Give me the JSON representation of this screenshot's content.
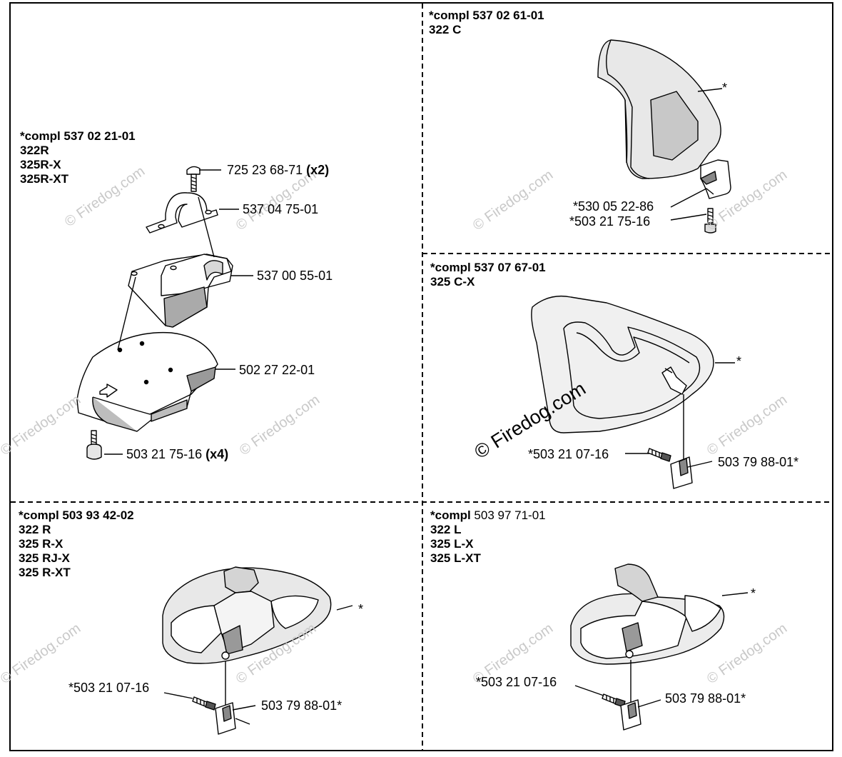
{
  "watermark_text": "© Firedog.com",
  "sections": {
    "q1": {
      "header": {
        "compl": "*compl 537 02 21-01",
        "models": [
          "322R",
          "325R-X",
          "325R-XT"
        ]
      },
      "labels": {
        "bolt": "725 23 68-71",
        "bolt_qty": "(x2)",
        "clamp": "537 04 75-01",
        "bracket": "537 00 55-01",
        "guard": "502 27 22-01",
        "screw": "503 21 75-16",
        "screw_qty": "(x4)"
      }
    },
    "q2": {
      "header": {
        "compl": "*compl 537 02 61-01",
        "models": [
          "322 C"
        ]
      },
      "labels": {
        "star": "*",
        "plate": "*530 05 22-86",
        "screw": "*503 21 75-16"
      }
    },
    "q3": {
      "header": {
        "compl": "*compl 537 07 67-01",
        "models": [
          "325 C-X"
        ]
      },
      "labels": {
        "star": "*",
        "screw": "*503 21 07-16",
        "plate": "503 79 88-01*"
      }
    },
    "q4": {
      "header": {
        "compl": "*compl 503 93 42-02",
        "models": [
          "322 R",
          "325 R-X",
          "325 RJ-X",
          "325 R-XT"
        ]
      },
      "labels": {
        "star": "*",
        "screw": "*503 21 07-16",
        "plate": "503 79 88-01*"
      }
    },
    "q5": {
      "header": {
        "compl_prefix": "*compl",
        "compl_number": " 503 97 71-01",
        "models": [
          "322 L",
          "325 L-X",
          "325 L-XT"
        ]
      },
      "labels": {
        "star": "*",
        "screw": "*503 21 07-16",
        "plate": "503 79 88-01*"
      }
    }
  }
}
